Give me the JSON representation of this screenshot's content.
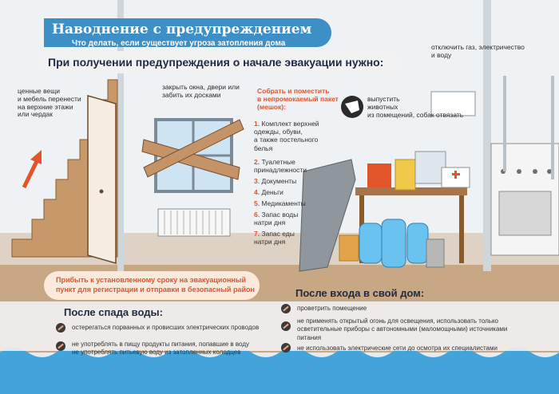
{
  "header": {
    "title": "Наводнение с предупреждением",
    "subtitle": "Что делать, если существует угроза затопления дома",
    "instruction": "При получении предупреждения о начале эвакуации нужно:"
  },
  "notes": {
    "valuables": "ценные вещи\nи мебель перенести\nна верхние этажи\nили чердак",
    "windows": "закрыть окна, двери или\nзабить их досками",
    "gas": "отключить газ, электричество\nи воду",
    "animals": "выпустить\nживотных\nиз помещений, собак отвязать",
    "bag_title": "Собрать и поместить\nв непромокаемый пакет\n(мешок):"
  },
  "bag_list": [
    {
      "num": "1.",
      "text": "Комплект верхней\nодежды, обуви,\nа также постельного\nбелья"
    },
    {
      "num": "2.",
      "text": "Туалетные\nпринадлежности"
    },
    {
      "num": "3.",
      "text": "Документы"
    },
    {
      "num": "4.",
      "text": "Деньги"
    },
    {
      "num": "5.",
      "text": "Медикаменты"
    },
    {
      "num": "6.",
      "text": "Запас воды\nнатри дня"
    },
    {
      "num": "7.",
      "text": "Запас еды\nнатри дня"
    }
  ],
  "warning": "Прибыть к установленному сроку на эвакуационный\nпункт для регистрации и отправки в безопасный район",
  "after_water": {
    "title": "После спада воды:",
    "items": [
      "остерегаться порванных и провисших электрических проводов",
      "не употреблять в пищу продукты питания, попавшие в воду\nне употреблять питьевую воду из затопленных колодцев"
    ]
  },
  "after_home": {
    "title": "После входа в свой дом:",
    "items": [
      "проветрить помещение",
      "не применять открытый огонь для освещения, использовать только\nосветительные приборы с автономными (маломощными) источниками\nпитания",
      "не использовать электрические сети до осмотра их специалистами"
    ]
  },
  "colors": {
    "accent": "#3d8fc6",
    "warning": "#e2542a",
    "wall": "#eef1f4",
    "floor": "#b89673",
    "water": "#43a4db"
  }
}
